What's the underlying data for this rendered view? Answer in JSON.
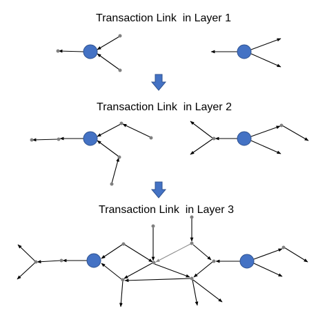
{
  "layers": [
    {
      "id": "layer-1",
      "title": "Transaction Link  in Layer 1"
    },
    {
      "id": "layer-2",
      "title": "Transaction Link  in Layer 2"
    },
    {
      "id": "layer-3",
      "title": "Transaction Link  in Layer 3"
    }
  ],
  "colors": {
    "account_node": "#4472c4",
    "account_node_border": "#2f528f",
    "intermediate_node": "#808080",
    "edge": "#000000",
    "edge_secondary": "#8a8a8a",
    "flow_arrow": "#4472c4"
  },
  "icons": [
    "down-arrow-icon"
  ]
}
